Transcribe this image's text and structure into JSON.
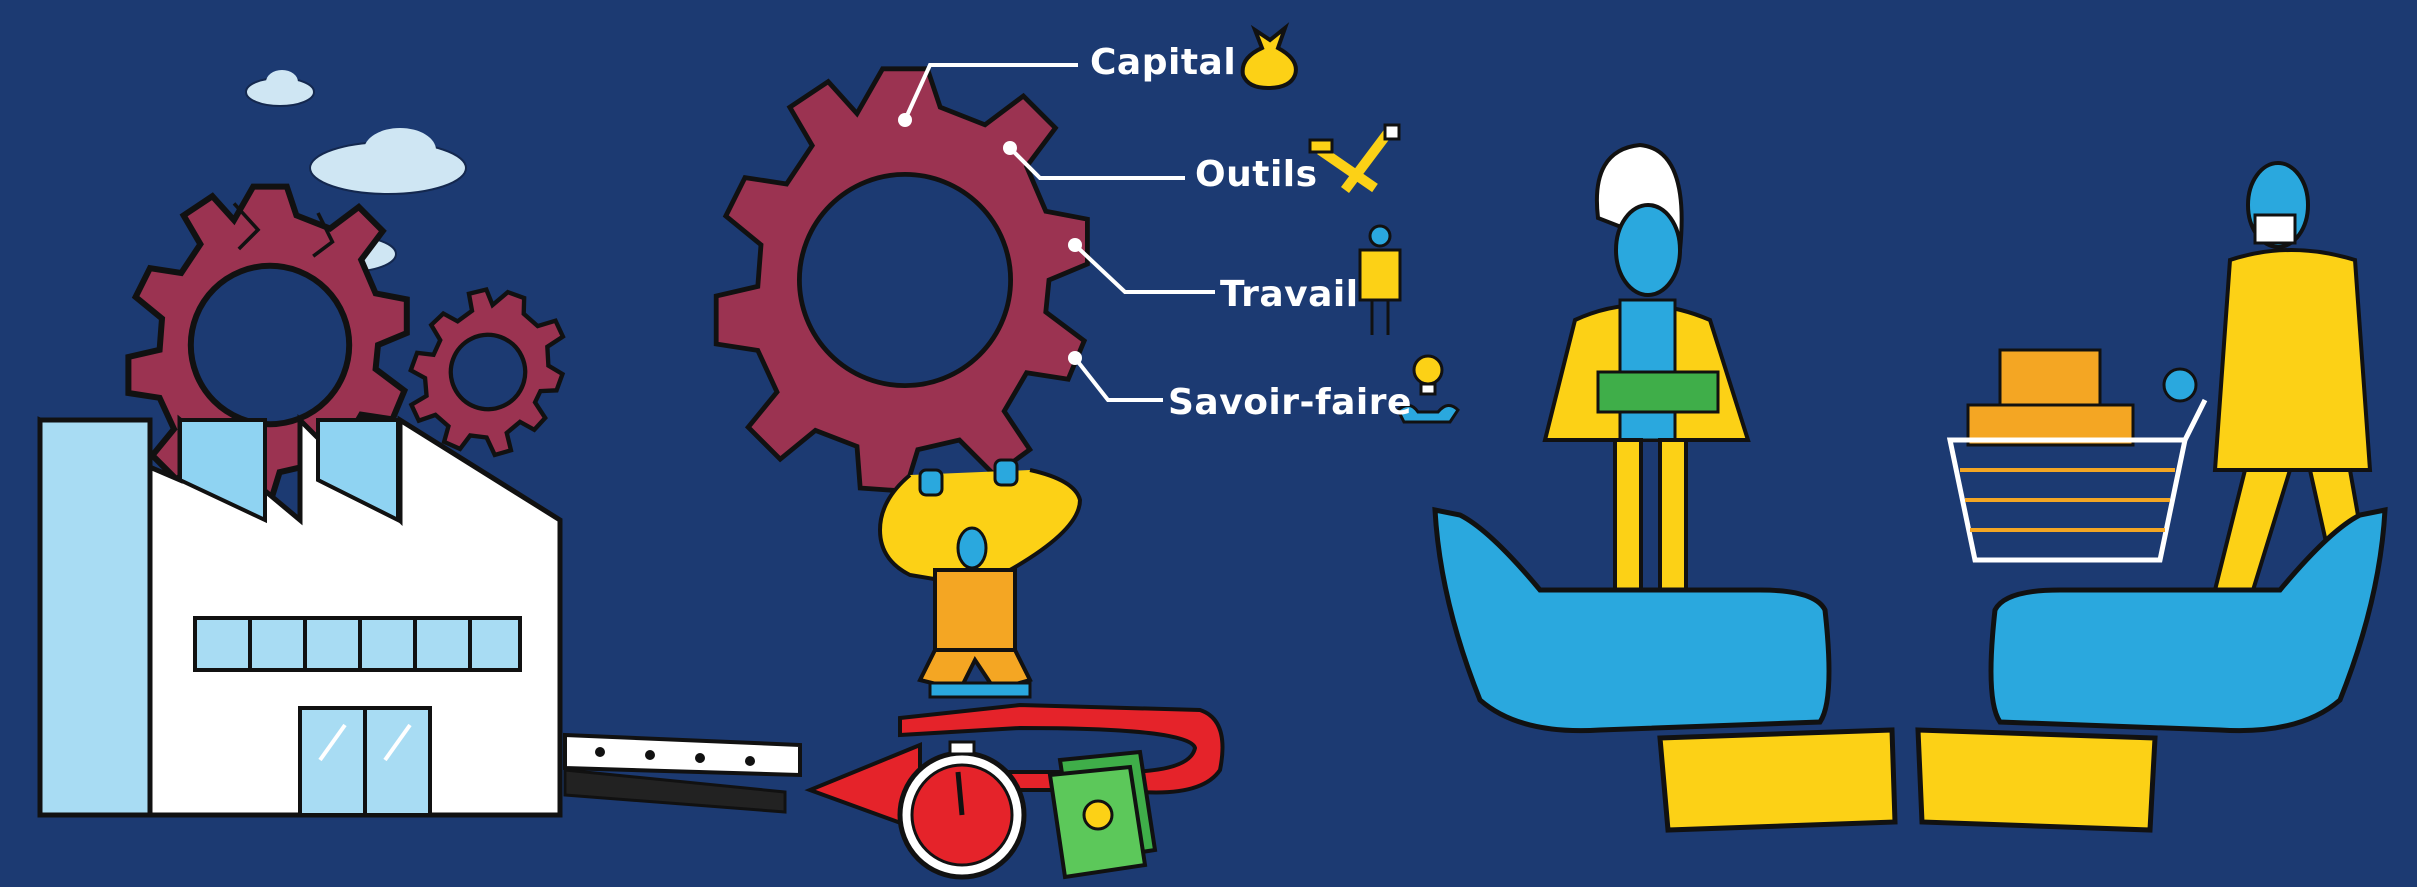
{
  "labels": {
    "capital": "Capital",
    "outils": "Outils",
    "travail": "Travail",
    "savoir_faire": "Savoir-faire"
  },
  "icons": {
    "capital": "money-bag-icon",
    "outils": "tools-icon",
    "travail": "worker-icon",
    "savoir_faire": "lightbulb-hand-icon"
  },
  "colors": {
    "background": "#1c3a72",
    "gear": "#9b3351",
    "yellow": "#fcd116",
    "blue": "#2aa8de",
    "red": "#e5232a",
    "green": "#3fae49"
  }
}
